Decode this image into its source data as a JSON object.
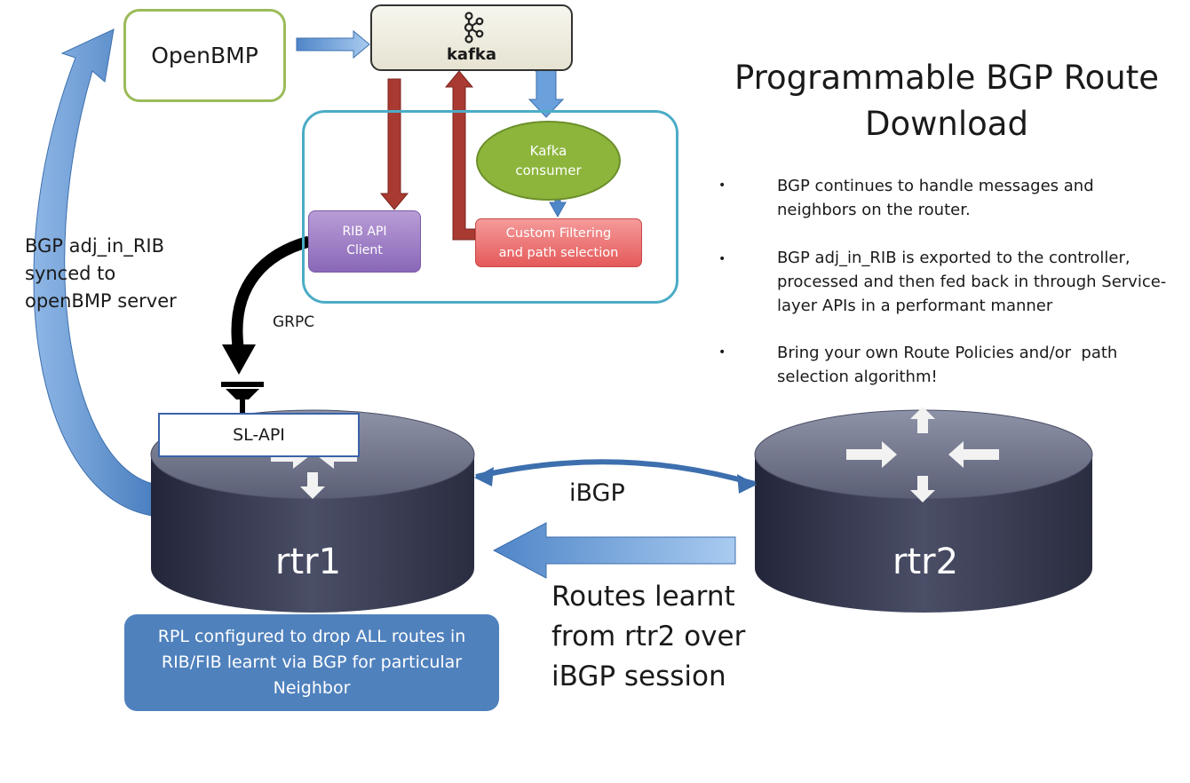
{
  "title": "Programmable BGP Route Download",
  "openbmp_label": "OpenBMP",
  "kafka_label": "kafka",
  "kafka_consumer_label": "Kafka consumer",
  "rib_api_client_label": "RIB API Client",
  "custom_filter_label": "Custom Filtering and path selection",
  "grpc_label": "GRPC",
  "sl_api_label": "SL-API",
  "adj_rib_label": "BGP adj_in_RIB\nsynced to\nopenBMP server",
  "ibgp_label": "iBGP",
  "routes_label": "Routes learnt\nfrom rtr2 over\niBGP session",
  "rpl_label": "RPL configured to drop ALL routes in RIB/FIB learnt via BGP for particular Neighbor",
  "routers": [
    {
      "label": "rtr1"
    },
    {
      "label": "rtr2"
    }
  ],
  "bullets": [
    {
      "marker": "•",
      "text": "BGP continues to handle messages and\nneighbors on the router."
    },
    {
      "marker": "•",
      "text": "BGP adj_in_RIB is exported to the controller,\nprocessed and then fed back in through Service-\nlayer APIs in a performant manner"
    },
    {
      "marker": "•",
      "text": "Bring your own Route Policies and/or  path\nselection algorithm!"
    }
  ],
  "icons": {
    "kafka": "kafka-logo-icon",
    "router": "router-arrows-icon"
  },
  "colors": {
    "openbmp_border": "#9bbb59",
    "container_border": "#4bacc6",
    "consumer_fill": "#8db53c",
    "rib_client_fill": "#8a68b8",
    "filter_fill": "#e55a5a",
    "rpl_fill": "#4f81bd",
    "blue_arrow": "#6a9fd8",
    "red_arrow": "#a83a32"
  }
}
